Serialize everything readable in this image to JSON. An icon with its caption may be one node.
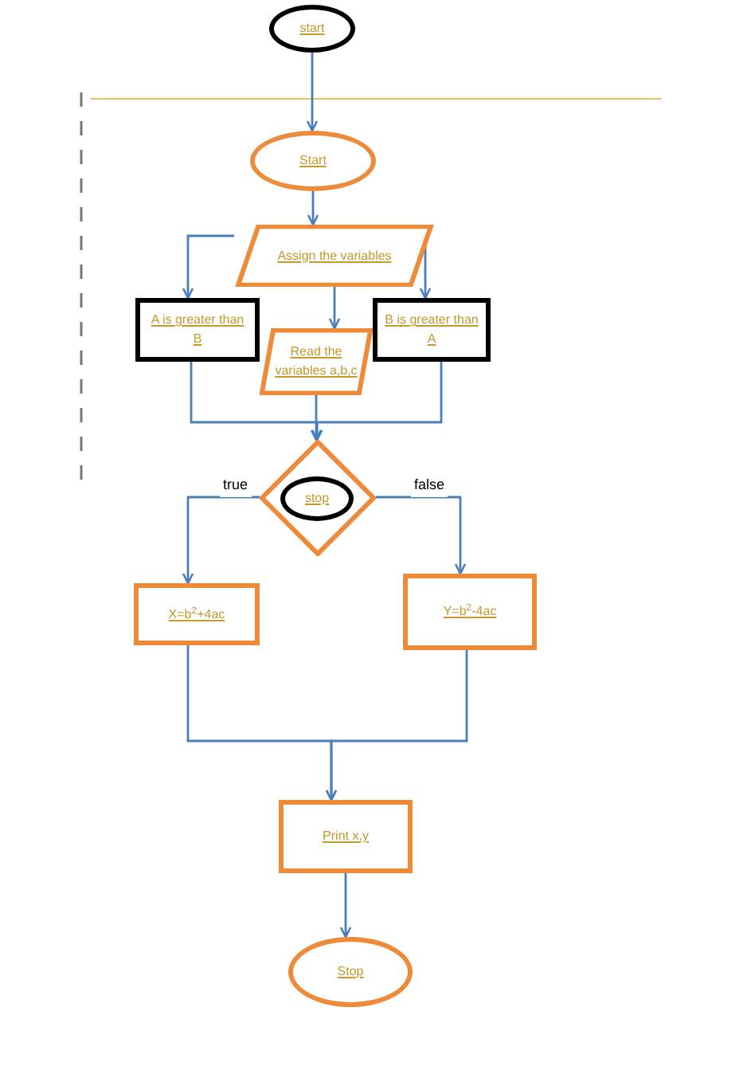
{
  "diagram": {
    "nodes": [
      {
        "text": [
          "start"
        ]
      },
      {
        "text": [
          "Start"
        ]
      },
      {
        "text": [
          "Assign the variables"
        ]
      },
      {
        "text": [
          "A is greater than B"
        ]
      },
      {
        "text": [
          "B is greater than A"
        ]
      },
      {
        "text": [
          "Read the variables a,b,c"
        ]
      },
      {
        "text": [],
        "shape": "diamond"
      },
      {
        "text": [
          "stop"
        ],
        "in": 6
      },
      {
        "text": [
          "X=b$^{2}$+4ac"
        ]
      },
      {
        "text": [
          "Y=b$^{2}$-4ac"
        ]
      },
      {
        "text": [
          "Print x,y"
        ]
      },
      {
        "text": [
          "Stop"
        ]
      }
    ],
    "edges": [
      {
        "from": 0,
        "to": 1,
        "arrow": "to"
      },
      {
        "from": 1,
        "to": 2,
        "arrow": "to"
      },
      {
        "from": 2,
        "to": 3,
        "arrow": "to"
      },
      {
        "from": 2,
        "to": 4,
        "arrow": "to"
      },
      {
        "from": 2,
        "to": 5,
        "arrow": "to"
      },
      {
        "from": 3,
        "to": 6,
        "arrow": "to"
      },
      {
        "from": 4,
        "to": 6,
        "arrow": "to"
      },
      {
        "from": 5,
        "to": 6,
        "arrow": "to"
      },
      {
        "from": 6,
        "to": 8,
        "label": "true",
        "arrow": "to"
      },
      {
        "from": 6,
        "to": 9,
        "label": "false",
        "arrow": "to"
      },
      {
        "from": 8,
        "to": 10,
        "arrow": "to"
      },
      {
        "from": 9,
        "to": 10,
        "arrow": "to"
      },
      {
        "from": 10,
        "to": 11,
        "arrow": "to"
      }
    ]
  }
}
